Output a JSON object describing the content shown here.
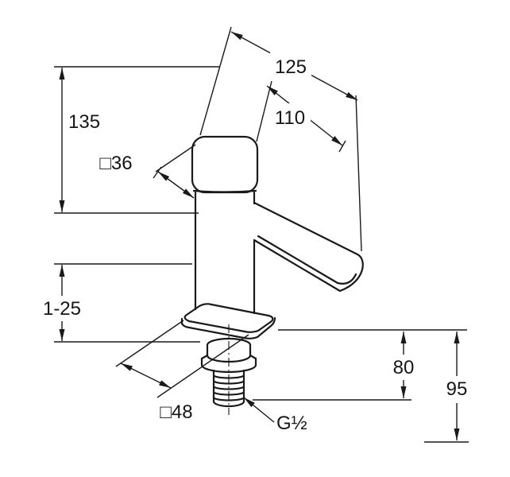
{
  "drawing": {
    "background": "#ffffff",
    "line_color": "#1a1a1a",
    "labels": {
      "d125": "125",
      "d110": "110",
      "d135": "135",
      "d36": "□36",
      "d1_25": "1-25",
      "d80": "80",
      "d95": "95",
      "d48": "□48",
      "thread": "G½"
    }
  }
}
